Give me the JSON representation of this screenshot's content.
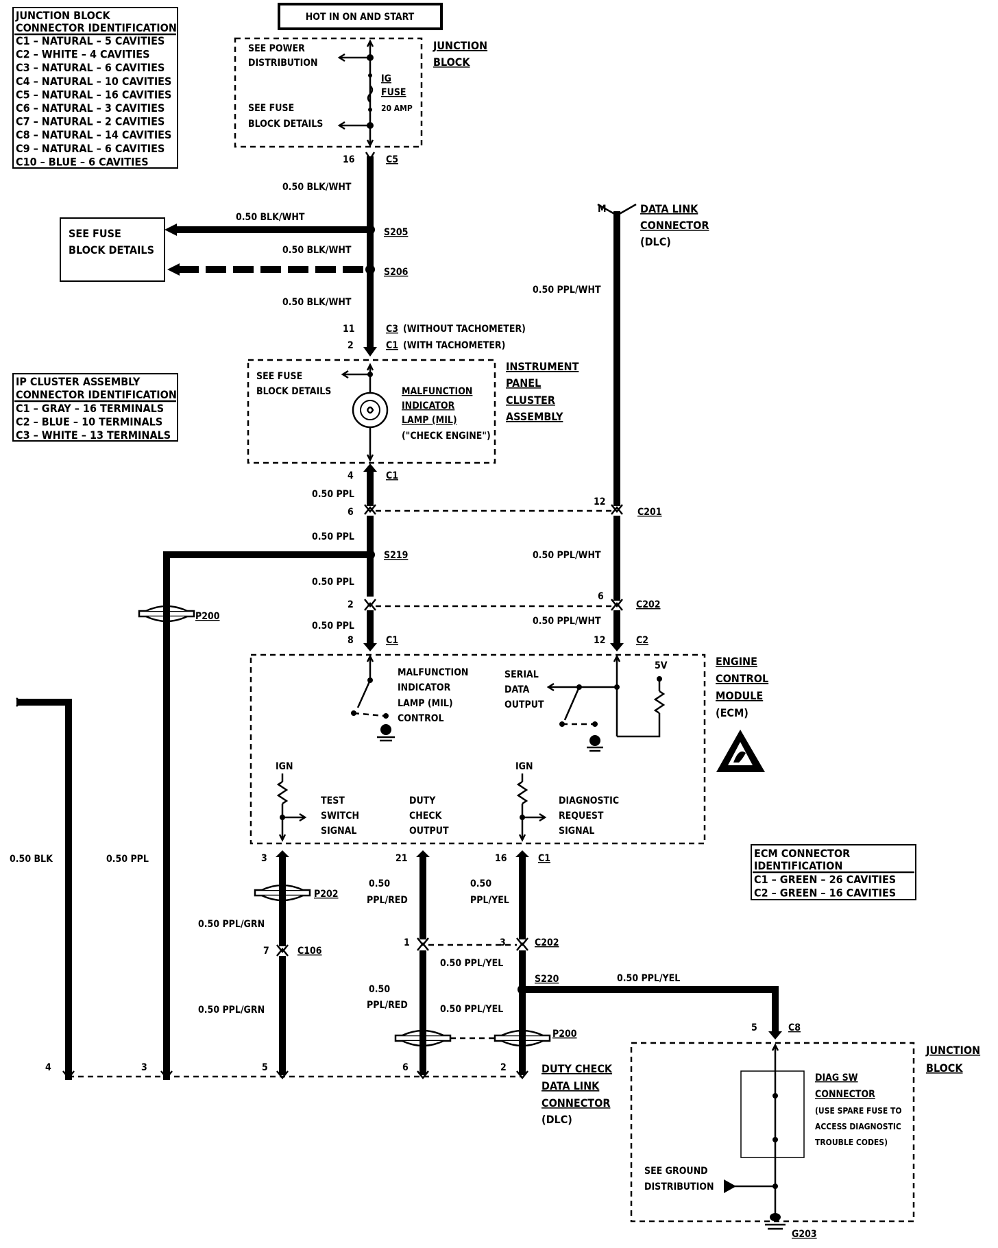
{
  "title_banner": "HOT IN ON AND START",
  "jb_id_table": {
    "header1": "JUNCTION BLOCK",
    "header2": "CONNECTOR IDENTIFICATION",
    "rows": [
      "C1 – NATURAL – 5 CAVITIES",
      "C2 – WHITE – 4 CAVITIES",
      "C3 – NATURAL – 6 CAVITIES",
      "C4 – NATURAL – 10 CAVITIES",
      "C5 – NATURAL – 16 CAVITIES",
      "C6 – NATURAL – 3 CAVITIES",
      "C7 – NATURAL – 2 CAVITIES",
      "C8 – NATURAL – 14 CAVITIES",
      "C9 – NATURAL – 6 CAVITIES",
      "C10 – BLUE – 6 CAVITIES"
    ]
  },
  "ip_id_table": {
    "header1": "IP CLUSTER ASSEMBLY",
    "header2": "CONNECTOR IDENTIFICATION",
    "rows": [
      "C1 – GRAY – 16 TERMINALS",
      "C2 – BLUE – 10 TERMINALS",
      "C3 – WHITE – 13 TERMINALS"
    ]
  },
  "ecm_id_table": {
    "header1": "ECM CONNECTOR",
    "header2": "IDENTIFICATION",
    "rows": [
      "C1 – GREEN – 26 CAVITIES",
      "C2 – GREEN – 16 CAVITIES"
    ]
  },
  "junction_block_top": {
    "title1": "JUNCTION",
    "title2": "BLOCK",
    "power_dist1": "SEE POWER",
    "power_dist2": "DISTRIBUTION",
    "fuse_details1": "SEE FUSE",
    "fuse_details2": "BLOCK DETAILS",
    "fuse1": "IG",
    "fuse2": "FUSE",
    "fuse_amp": "20 AMP",
    "pin": "16",
    "conn": "C5"
  },
  "fuse_box_left": {
    "line1": "SEE FUSE",
    "line2": "BLOCK DETAILS"
  },
  "splices": {
    "s205": "S205",
    "s206": "S206",
    "s219": "S219",
    "s220": "S220"
  },
  "wire_labels": {
    "blkwht": "0.50 BLK/WHT",
    "ppl": "0.50 PPL",
    "pplwht": "0.50 PPL/WHT",
    "pplgrn": "0.50 PPL/GRN",
    "pplyel": "0.50 PPL/YEL",
    "n050": "0.50",
    "pplred": "PPL/RED",
    "pplyel2": "PPL/YEL",
    "blk": "0.50 BLK"
  },
  "ipc_conn": {
    "pin11": "11",
    "c3": "C3",
    "c3_note": "(WITHOUT TACHOMETER)",
    "pin2": "2",
    "c1": "C1",
    "c1_note": "(WITH TACHOMETER)"
  },
  "ipc": {
    "title1": "INSTRUMENT",
    "title2": "PANEL",
    "title3": "CLUSTER",
    "title4": "ASSEMBLY",
    "fuse1": "SEE FUSE",
    "fuse2": "BLOCK DETAILS",
    "mil1": "MALFUNCTION",
    "mil2": "INDICATOR",
    "mil3": "LAMP (MIL)",
    "mil4": "(\"CHECK ENGINE\")",
    "pin4": "4",
    "c1": "C1"
  },
  "dlc_top": {
    "pin": "M",
    "title1": "DATA LINK",
    "title2": "CONNECTOR",
    "title3": "(DLC)"
  },
  "c201": {
    "pin_left": "6",
    "pin_right": "12",
    "name": "C201"
  },
  "c202a": {
    "pin_left": "2",
    "pin_right": "6",
    "name": "C202"
  },
  "ecm_top_conn": {
    "pin_left": "8",
    "c1": "C1",
    "pin_right": "12",
    "c2": "C2"
  },
  "p200": "P200",
  "p202": "P202",
  "ecm": {
    "title1": "ENGINE",
    "title2": "CONTROL",
    "title3": "MODULE",
    "title4": "(ECM)",
    "mil1": "MALFUNCTION",
    "mil2": "INDICATOR",
    "mil3": "LAMP (MIL)",
    "mil4": "CONTROL",
    "ser1": "SERIAL",
    "ser2": "DATA",
    "ser3": "OUTPUT",
    "sv": "5V",
    "ign": "IGN",
    "test1": "TEST",
    "test2": "SWITCH",
    "test3": "SIGNAL",
    "duty1": "DUTY",
    "duty2": "CHECK",
    "duty3": "OUTPUT",
    "diag1": "DIAGNOSTIC",
    "diag2": "REQUEST",
    "diag3": "SIGNAL"
  },
  "ecm_bottom_conn": {
    "p3": "3",
    "p21": "21",
    "p16": "16",
    "c1": "C1"
  },
  "c106": {
    "pin": "7",
    "name": "C106"
  },
  "c202b": {
    "pin_left": "1",
    "pin_right": "3",
    "name": "C202"
  },
  "dlc_bottom": {
    "p4": "4",
    "p3": "3",
    "p5": "5",
    "p6": "6",
    "p2": "2",
    "title1": "DUTY CHECK",
    "title2": "DATA LINK",
    "title3": "CONNECTOR",
    "title4": "(DLC)"
  },
  "jb_bottom": {
    "pin": "5",
    "conn": "C8",
    "title1": "JUNCTION",
    "title2": "BLOCK",
    "diag1": "DIAG SW",
    "diag2": "CONNECTOR",
    "note1": "(USE SPARE FUSE TO",
    "note2": "ACCESS DIAGNOSTIC",
    "note3": "TROUBLE CODES)",
    "gnd1": "SEE GROUND",
    "gnd2": "DISTRIBUTION",
    "g203": "G203"
  }
}
